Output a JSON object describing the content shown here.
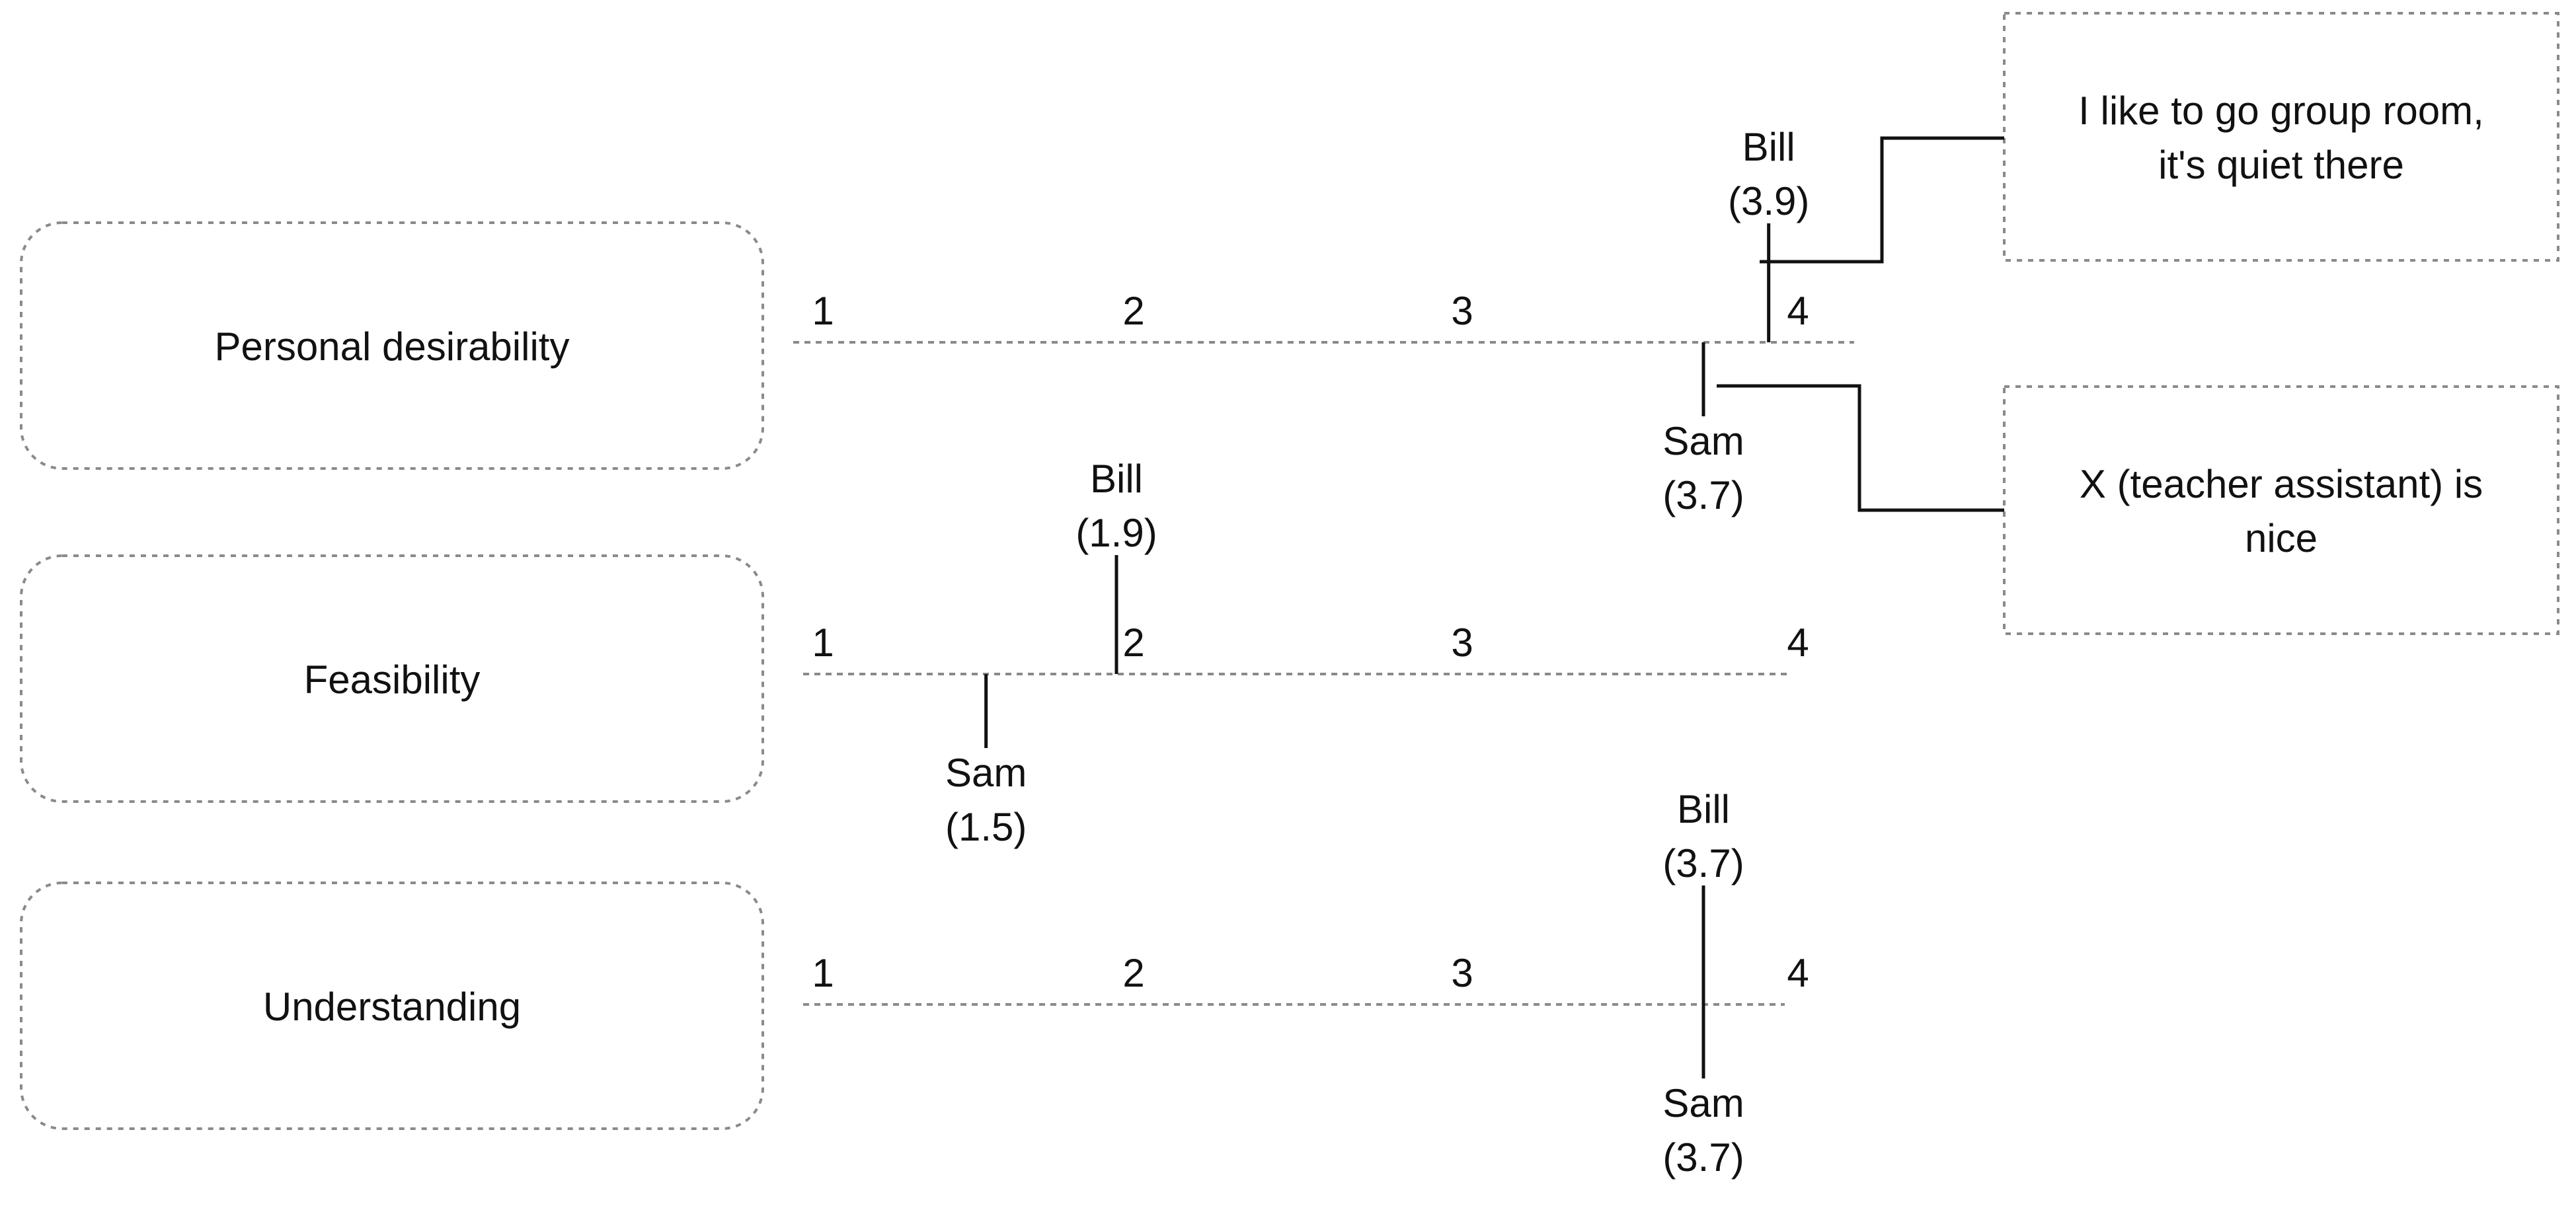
{
  "scale": {
    "min": 1,
    "max": 4,
    "tick_labels": [
      "1",
      "2",
      "3",
      "4"
    ]
  },
  "rows": [
    {
      "category": "Personal desirability",
      "markers": [
        {
          "name": "Bill",
          "value_label": "(3.9)",
          "value": 3.9,
          "side": "above"
        },
        {
          "name": "Sam",
          "value_label": "(3.7)",
          "value": 3.7,
          "side": "below"
        }
      ]
    },
    {
      "category": "Feasibility",
      "markers": [
        {
          "name": "Bill",
          "value_label": "(1.9)",
          "value": 1.9,
          "side": "above"
        },
        {
          "name": "Sam",
          "value_label": "(1.5)",
          "value": 1.5,
          "side": "below"
        }
      ]
    },
    {
      "category": "Understanding",
      "markers": [
        {
          "name": "Bill",
          "value_label": "(3.7)",
          "value": 3.7,
          "side": "above"
        },
        {
          "name": "Sam",
          "value_label": "(3.7)",
          "value": 3.7,
          "side": "below"
        }
      ]
    }
  ],
  "comments": [
    {
      "lines": [
        "I like to go group room,",
        "it's quiet there"
      ],
      "row": 0,
      "marker": 0
    },
    {
      "lines": [
        "X (teacher assistant) is",
        "nice"
      ],
      "row": 0,
      "marker": 1
    }
  ],
  "colors": {
    "line": "#111111",
    "dashed": "#8a8a8a",
    "text": "#111111",
    "background": "#ffffff"
  }
}
